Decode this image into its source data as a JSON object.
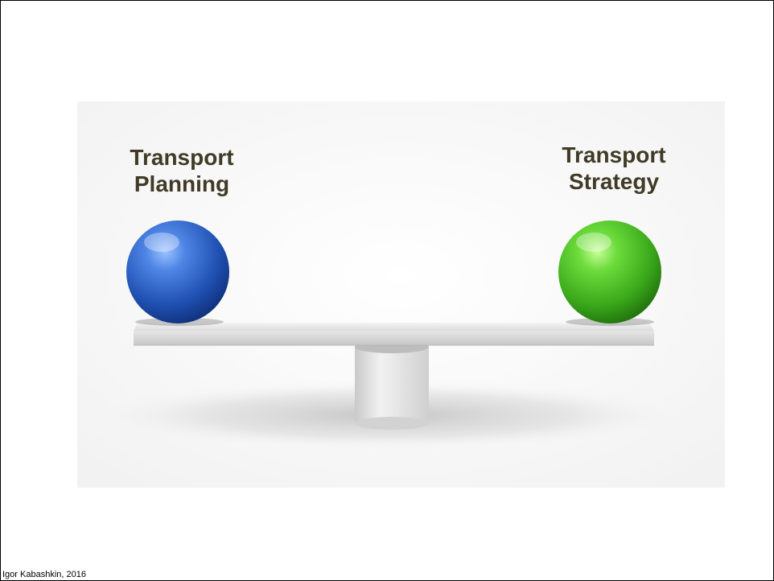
{
  "slide": {
    "left_label": {
      "line1": "Transport",
      "line2": "Planning"
    },
    "right_label": {
      "line1": "Transport",
      "line2": "Strategy"
    },
    "footer": "Igor Kabashkin, 2016"
  },
  "illustration": {
    "left_sphere_color": "#2e64c8",
    "right_sphere_color": "#4fc42a",
    "label_color": "#403a26"
  }
}
